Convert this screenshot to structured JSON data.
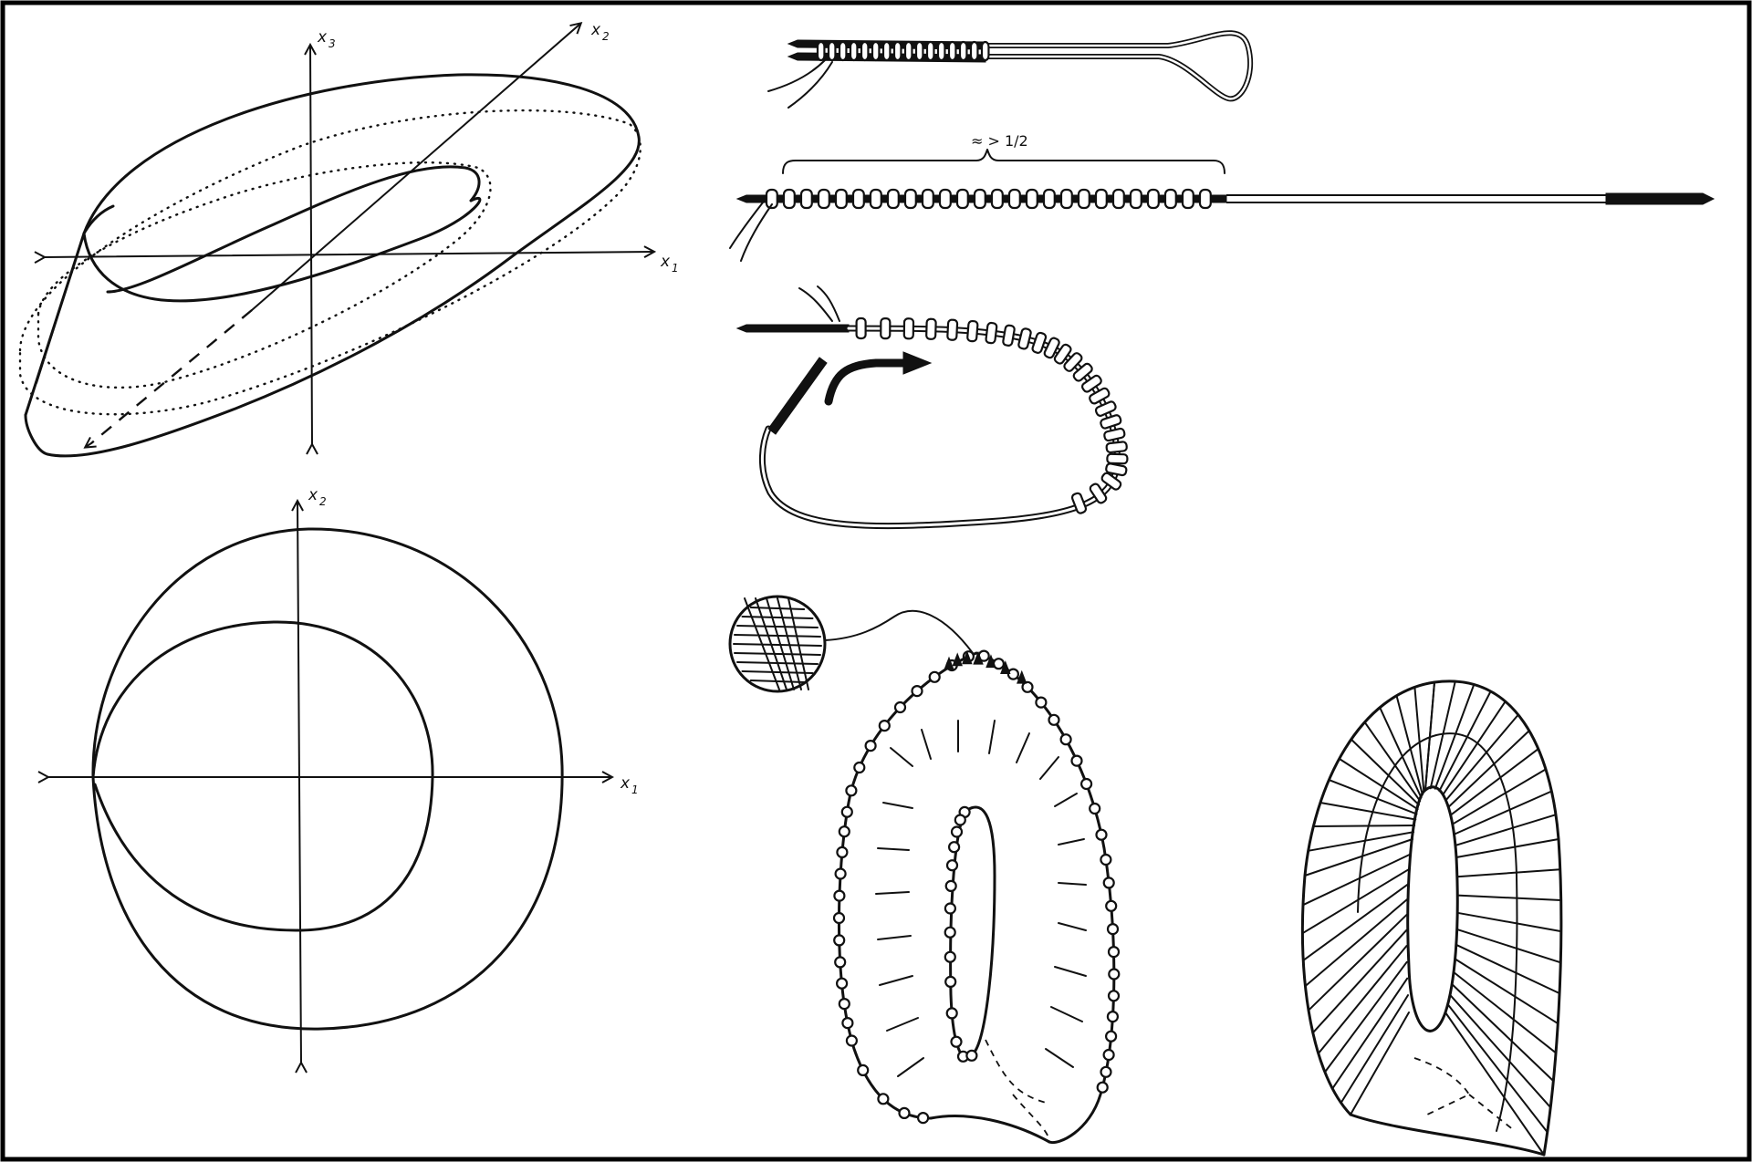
{
  "labels": {
    "fig3d_x3": "x",
    "fig3d_x3_sub": "3",
    "fig3d_x2": "x",
    "fig3d_x2_sub": "2",
    "fig3d_x1": "x",
    "fig3d_x1_sub": "1",
    "fig2d_x2": "x",
    "fig2d_x2_sub": "2",
    "fig2d_x1": "x",
    "fig2d_x1_sub": "1",
    "needle_note": "≈ > 1/2"
  },
  "colors": {
    "ink": "#111111",
    "paper": "#ffffff",
    "frame": "#000000"
  }
}
